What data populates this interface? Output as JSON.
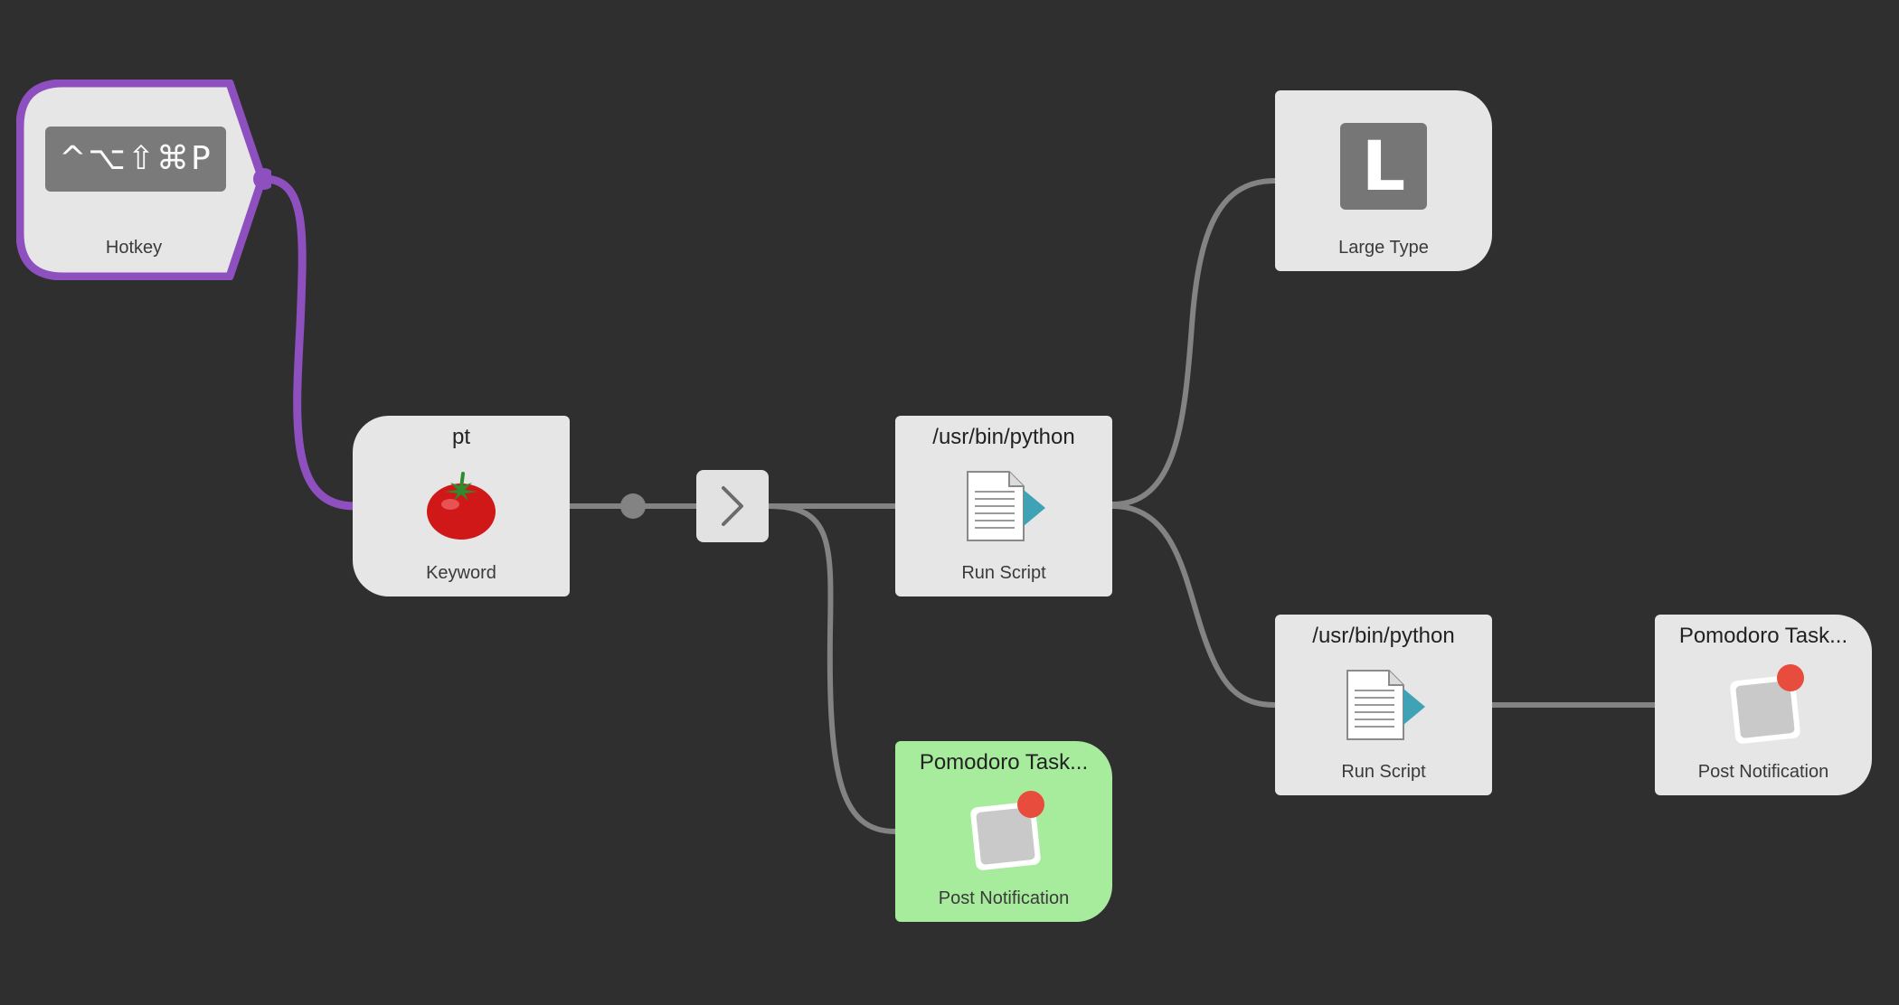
{
  "colors": {
    "background": "#2f2f2f",
    "node_fill": "#e6e6e6",
    "hotkey_accent": "#8e4fbf",
    "wire": "#838383",
    "notification_highlight": "#a6ec9c",
    "badge_red": "#e74c3c",
    "script_arrow": "#3fa3b5"
  },
  "nodes": {
    "hotkey": {
      "combo": "^⌥⇧⌘P",
      "label": "Hotkey",
      "icon": "hotkey-combo-icon"
    },
    "keyword": {
      "title": "pt",
      "label": "Keyword",
      "icon": "tomato-icon"
    },
    "filter": {
      "icon": "chevron-right-icon"
    },
    "run_script_1": {
      "title": "/usr/bin/python",
      "label": "Run Script",
      "icon": "script-document-icon"
    },
    "large_type": {
      "glyph": "L",
      "label": "Large Type",
      "icon": "large-type-icon"
    },
    "run_script_2": {
      "title": "/usr/bin/python",
      "label": "Run Script",
      "icon": "script-document-icon"
    },
    "notification_1": {
      "title": "Pomodoro Task...",
      "label": "Post Notification",
      "icon": "notification-icon"
    },
    "notification_2": {
      "title": "Pomodoro Task...",
      "label": "Post Notification",
      "icon": "notification-icon"
    }
  }
}
